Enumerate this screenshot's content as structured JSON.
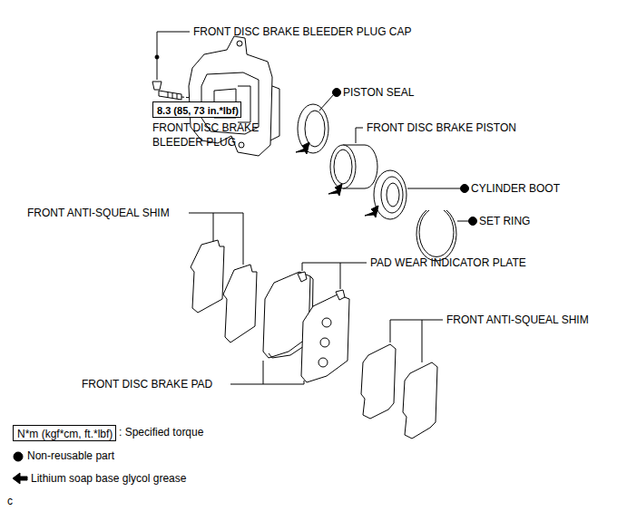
{
  "diagram": {
    "nodes": [
      {
        "text": [
          "8.3 (85, 73 in.*lbf)"
        ]
      },
      {
        "text": [
          "N*m (kgf*cm, ft.*lbf)"
        ]
      }
    ],
    "labels": [
      "FRONT DISC BRAKE BLEEDER PLUG CAP",
      "FRONT DISC BRAKE BLEEDER PLUG",
      "PISTON SEAL",
      "FRONT DISC BRAKE PISTON",
      "CYLINDER BOOT",
      "SET RING",
      "FRONT ANTI-SQUEAL SHIM",
      "PAD WEAR INDICATOR PLATE",
      "FRONT ANTI-SQUEAL SHIM",
      "FRONT DISC BRAKE PAD",
      "c"
    ],
    "legend": [
      {
        "text": ": Specified torque"
      },
      {
        "text": "Non-reusable part"
      },
      {
        "text": "Lithium soap base glycol grease"
      }
    ]
  }
}
